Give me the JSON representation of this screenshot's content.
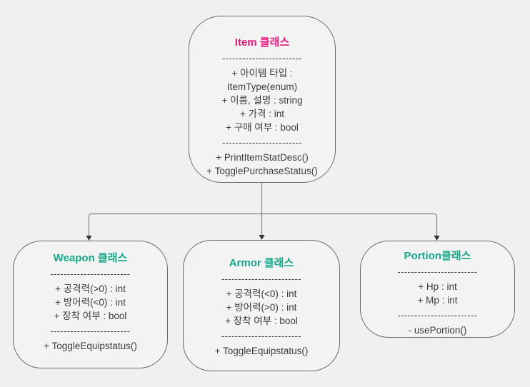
{
  "page": {
    "background": "#f0f0f0"
  },
  "diagram": {
    "colors": {
      "parent_title": "#e6197d",
      "child_title": "#17a88a",
      "body_text": "#3d3d3d",
      "box_border": "#6b6b6b",
      "connector": "#828282",
      "arrowhead": "#333333"
    },
    "separator": "------------------------",
    "classes": [
      {
        "name": "item",
        "title": "Item 클래스",
        "attributes": [
          "+ 아이템 타입 :",
          "ItemType(enum)",
          "+ 이름, 설명 : string",
          "+ 가격 : int",
          "+ 구매 여부 : bool"
        ],
        "methods": [
          "+ PrintItemStatDesc()",
          "+ TogglePurchaseStatus()"
        ]
      },
      {
        "name": "weapon",
        "title": "Weapon 클래스",
        "attributes": [
          "+ 공격력(>0) : int",
          "+ 방어력(<0) : int",
          "+ 장착 여부 : bool"
        ],
        "methods": [
          "+ ToggleEquipstatus()"
        ]
      },
      {
        "name": "armor",
        "title": "Armor 클래스",
        "attributes": [
          "+ 공격력(<0) : int",
          "+ 방어력(>0) : int",
          "+ 장착 여부 : bool"
        ],
        "methods": [
          "+ ToggleEquipstatus()"
        ]
      },
      {
        "name": "portion",
        "title": "Portion클래스",
        "attributes": [
          "+ Hp : int",
          "+ Mp : int"
        ],
        "methods": [
          "- usePortion()"
        ]
      }
    ],
    "relations": [
      {
        "from": "item",
        "to": "weapon"
      },
      {
        "from": "item",
        "to": "armor"
      },
      {
        "from": "item",
        "to": "portion"
      }
    ]
  }
}
